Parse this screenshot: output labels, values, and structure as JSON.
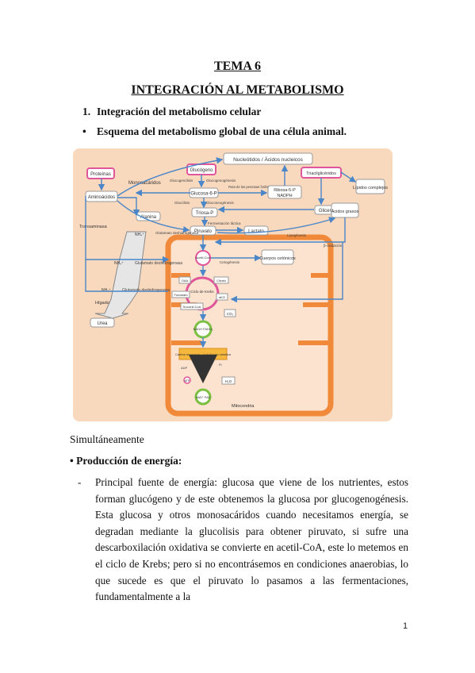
{
  "heading": {
    "title": "TEMA 6",
    "subtitle": "INTEGRACIÓN AL METABOLISMO"
  },
  "list": {
    "numbered_marker": "1.",
    "numbered_text": "Integración del metabolismo celular",
    "bullet_marker": "•",
    "bullet_text": "Esquema del metabolismo global de una célula animal."
  },
  "diagram": {
    "nucleotidos": "Nucleótidos / Ácidos nucleicos",
    "proteinas": "Proteínas",
    "aminoacidos": "Aminoácidos",
    "glucogeno": "Glucógeno",
    "monosacaridos": "Monosacáridos",
    "glucogenolisis": "Glucogenólisis",
    "glucogenogenesis": "Glucogenogénesis",
    "ruta_pentosas": "Ruta de las pentosas fosfato",
    "glucosa6p": "Glucosa-6-P",
    "ribosa": "Ribosa-5-P",
    "nadph": "NADPH",
    "trigliceridos": "Triacilglicéridos",
    "lipidos": "Lípidos complejos",
    "glucolisis": "Glucólisis",
    "gluconeogenesis": "Gluconeogénesis",
    "glicerol": "Glicerol",
    "acidos_grasos": "Ácidos grasos",
    "alanina": "Alanina",
    "triosa": "Triosa-P",
    "fermentacion": "Fermentación láctica",
    "transaminasa": "Transaminasa",
    "piruvato": "Piruvato",
    "lactato": "Lactato",
    "lipogenesis": "Lipogénesis",
    "nh4": "NH₄⁺",
    "glutamato_dh": "Glutamato deshidrogenasa",
    "beta_oxidacion": "β-oxidación",
    "acetil": "Acetil-CoA",
    "cetogenesis": "Cetogénesis",
    "cuerpos": "Cuerpos cetónicos",
    "oaa": "OAA",
    "citrato": "Citrato",
    "ciclo": "Ciclo de Krebs",
    "fumarato": "Fumarato",
    "akg": "αKG",
    "succinil": "Succinil-CoA",
    "co2": "CO₂",
    "higado": "Hígado",
    "nadh": "NADH FADH₂",
    "cadena": "Cadena respiratoria y fosforilación oxidativa",
    "adp": "ADP",
    "pi": "Pi",
    "atp": "ATP",
    "h2o": "H₂O",
    "nad": "NAD⁺ FAD",
    "urea": "Urea",
    "mitocondria": "Mitocondria"
  },
  "body": {
    "simultaneamente": "Simultáneamente",
    "section_marker": "•",
    "section_title": "Producción de energía:",
    "dash": "-",
    "paragraph": "Principal fuente de energía: glucosa que viene de los nutrientes, estos forman glucógeno y de este obtenemos la glucosa por glucogenogénesis. Esta glucosa y otros monosacáridos cuando necesitamos energía, se degradan mediante la glucolisis para obtener piruvato, si sufre una descarboxilación oxidativa se convierte en acetil-CoA, este lo metemos en el ciclo de Krebs; pero si no encontrásemos en condiciones anaerobias, lo que sucede es que el piruvato lo pasamos a las fermentaciones, fundamentalmente a la"
  },
  "page_number": "1",
  "colors": {
    "figure_bg": "#f9d9be",
    "mito_orange": "#f08a3a",
    "pink": "#e0569a",
    "blue_arrow": "#4a86c8",
    "green": "#7cc043"
  }
}
